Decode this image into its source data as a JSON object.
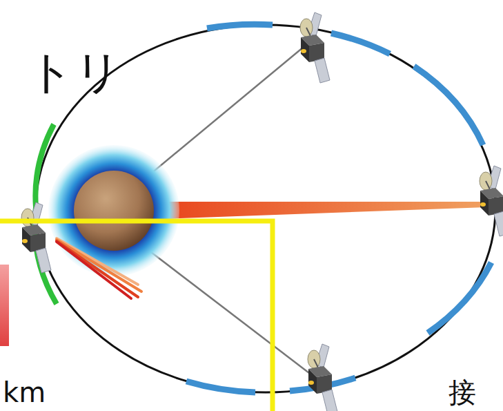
{
  "diagram": {
    "labels": [
      "トリ",
      "km",
      "接"
    ]
  }
}
